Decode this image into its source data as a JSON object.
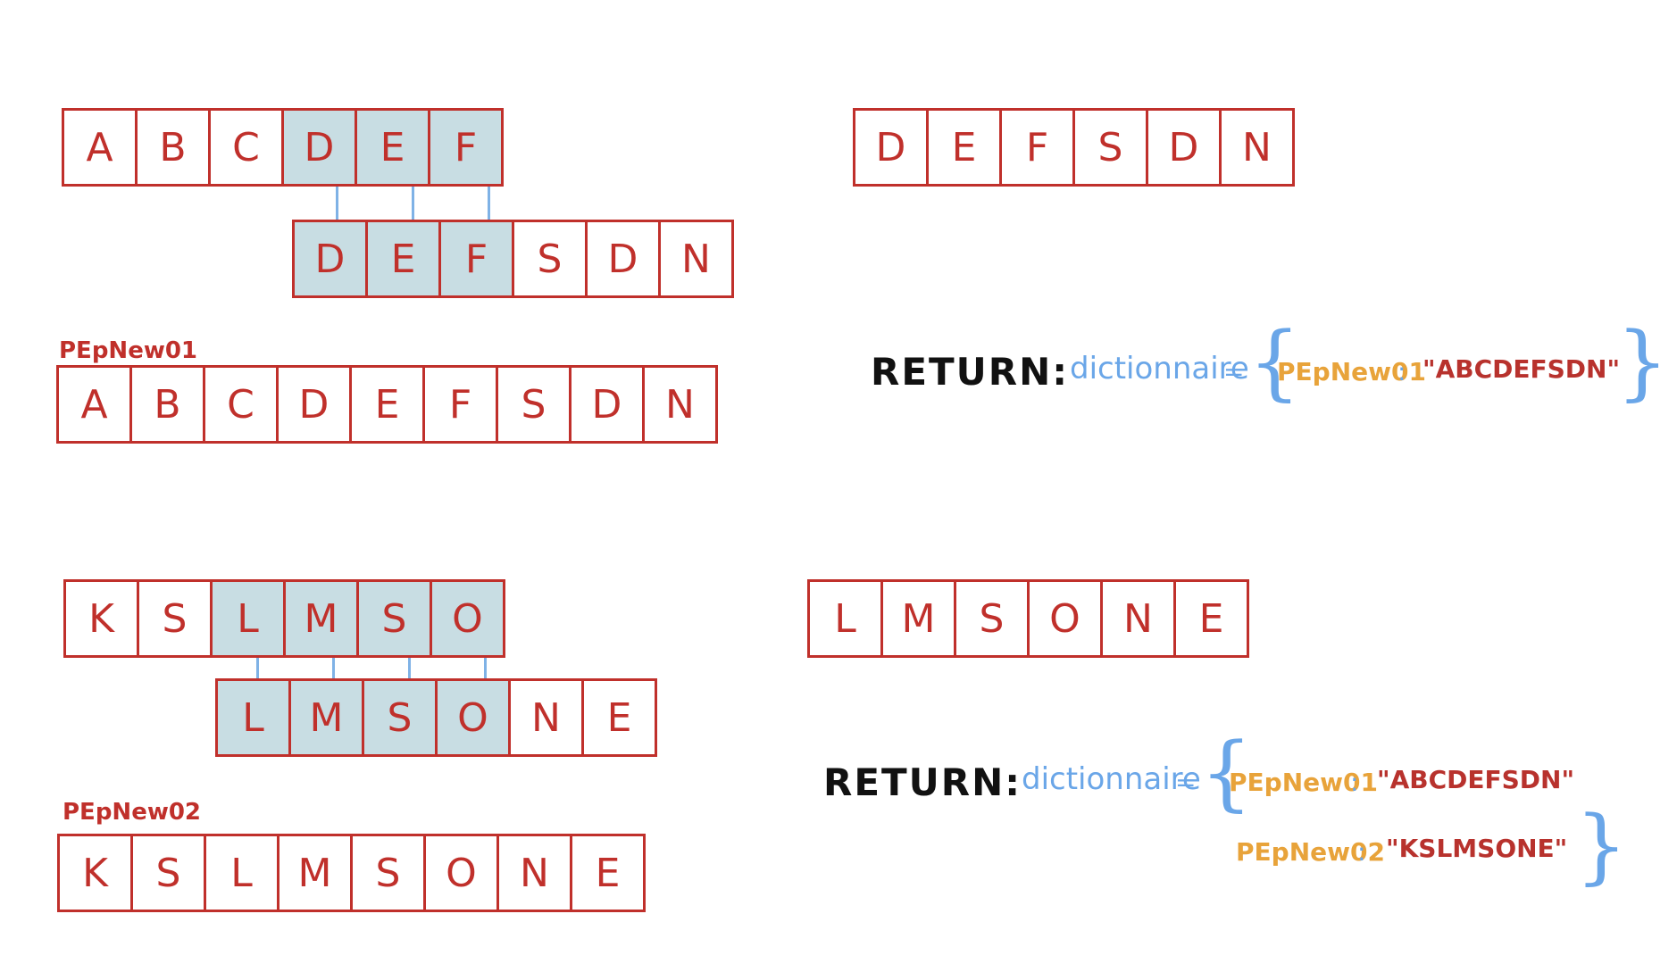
{
  "example1": {
    "seq_a": [
      "A",
      "B",
      "C",
      "D",
      "E",
      "F"
    ],
    "seq_b": [
      "D",
      "E",
      "F",
      "S",
      "D",
      "N"
    ],
    "result_seq": [
      "D",
      "E",
      "F",
      "S",
      "D",
      "N"
    ],
    "merged_name": "PEpNew01",
    "merged": [
      "A",
      "B",
      "C",
      "D",
      "E",
      "F",
      "S",
      "D",
      "N"
    ],
    "return_label": "RETURN:",
    "dict_label": "dictionnaire",
    "equals": "=",
    "open_brace": "{",
    "close_brace": "}",
    "colon": ":",
    "entries": [
      {
        "key": "PEpNew01",
        "value": "\"ABCDEFSDN\""
      }
    ]
  },
  "example2": {
    "seq_a": [
      "K",
      "S",
      "L",
      "M",
      "S",
      "O"
    ],
    "seq_b": [
      "L",
      "M",
      "S",
      "O",
      "N",
      "E"
    ],
    "result_seq": [
      "L",
      "M",
      "S",
      "O",
      "N",
      "E"
    ],
    "merged_name": "PEpNew02",
    "merged": [
      "K",
      "S",
      "L",
      "M",
      "S",
      "O",
      "N",
      "E"
    ],
    "return_label": "RETURN:",
    "dict_label": "dictionnaire",
    "equals": "=",
    "open_brace": "{",
    "close_brace": "}",
    "colon": ":",
    "entries": [
      {
        "key": "PEpNew01",
        "value": "\"ABCDEFSDN\""
      },
      {
        "key": "PEpNew02",
        "value": "\"KSLMSONE\""
      }
    ]
  },
  "colors": {
    "cell_border": "#c0302b",
    "highlight": "#c8dde3",
    "link": "#7fb2e6",
    "dict_text": "#6aa6e8",
    "key_text": "#e8a33a",
    "value_text": "#b8322d"
  }
}
